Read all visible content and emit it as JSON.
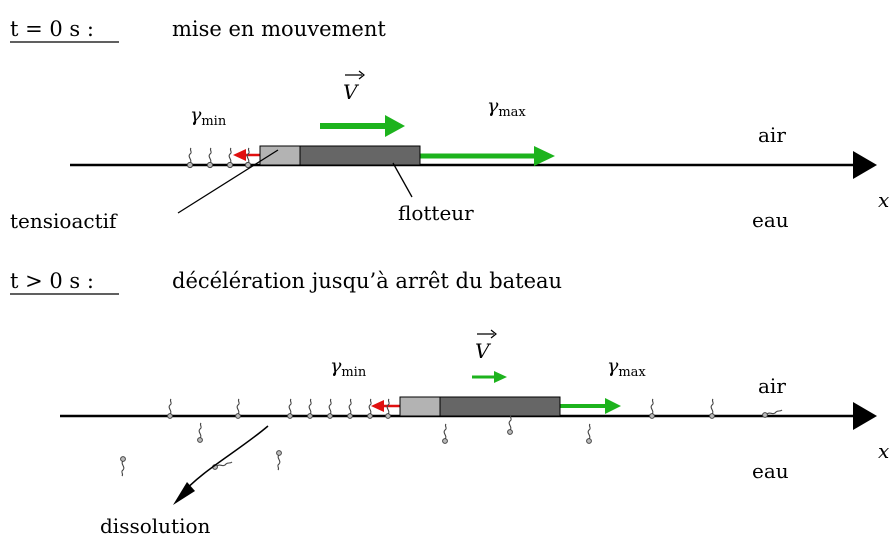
{
  "panel_top": {
    "time_label": "t = 0 s :",
    "caption": "mise en mouvement",
    "gamma_min_symbol": "γ",
    "gamma_min_sub": "min",
    "gamma_max_symbol": "γ",
    "gamma_max_sub": "max",
    "velocity_symbol": "V",
    "air_label": "air",
    "water_label": "eau",
    "axis_label": "x",
    "surfactant_label": "tensioactif",
    "float_label": "flotteur"
  },
  "panel_bottom": {
    "time_label": "t > 0 s :",
    "caption": "décélération jusqu’à arrêt du bateau",
    "gamma_min_symbol": "γ",
    "gamma_min_sub": "min",
    "gamma_max_symbol": "γ",
    "gamma_max_sub": "max",
    "velocity_symbol": "V",
    "air_label": "air",
    "water_label": "eau",
    "axis_label": "x",
    "dissolution_label": "dissolution"
  },
  "colors": {
    "velocity_arrow": "#1db31d",
    "tension_arrow": "#e01010",
    "surfactant_block": "#b3b3b3",
    "float_block": "#666666",
    "axis": "#000000"
  }
}
